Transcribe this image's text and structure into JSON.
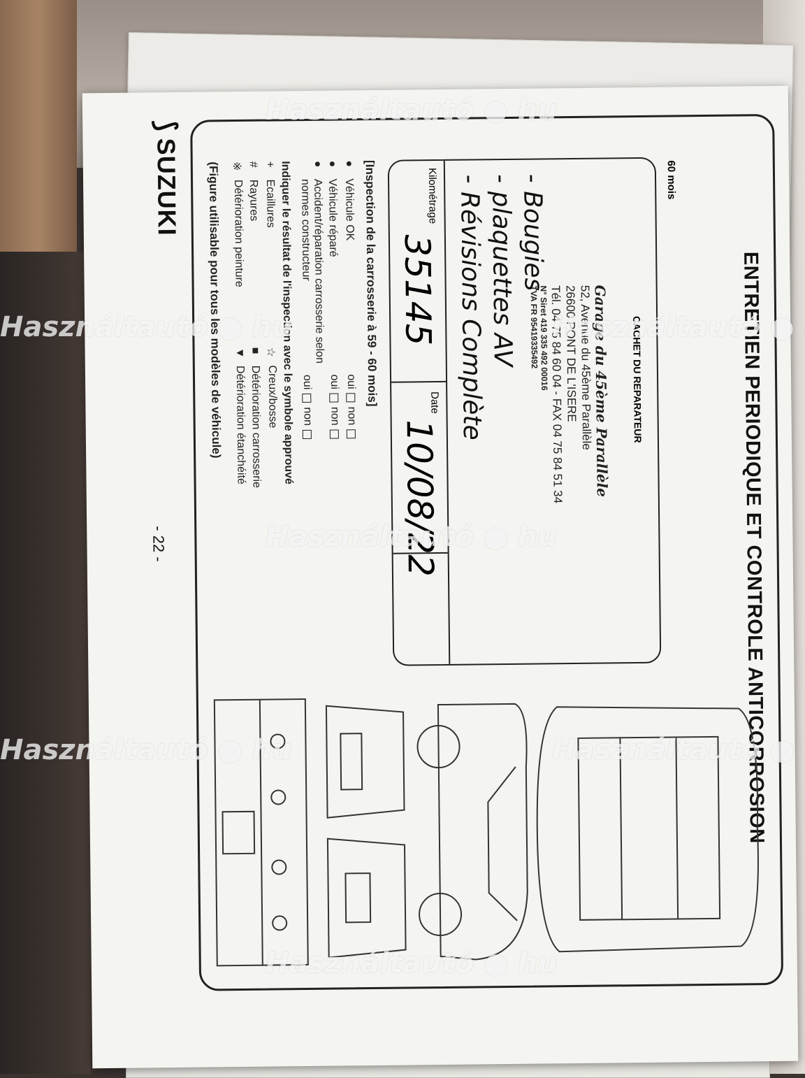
{
  "brand": {
    "name": "SUZUKI"
  },
  "page": {
    "number": "- 22 -"
  },
  "header": {
    "title": "ENTRETIEN PERIODIQUE ET CONTROLE ANTICORROSION"
  },
  "service": {
    "interval": "60 mois",
    "stamp_title": "CACHET DU REPARATEUR",
    "garage_name": "Garage du 45ème Parallèle",
    "address_1": "52, Avenue du 45ème Parallèle",
    "address_2": "26600 PONT DE L'ISERE",
    "phone": "Tél. 04 75 84 60 04 - FAX 04 75 84 51 34",
    "siret": "N° Siret 419 335 492 00016",
    "tva": "TVA FR 95419335492",
    "handwritten_1": "- Bougies",
    "handwritten_2": "- plaquettes AV",
    "handwritten_3": "- Révisions Complète",
    "km_label": "Kilométrage",
    "km_value": "35145",
    "date_label": "Date",
    "date_value": "10/08/22"
  },
  "inspection": {
    "heading": "[Inspection de la carrosserie à 59 - 60 mois]",
    "items": [
      {
        "label": "Véhicule OK",
        "yes": "oui",
        "no": "non"
      },
      {
        "label": "Véhicule réparé",
        "yes": "oui",
        "no": "non"
      },
      {
        "label": "Accident/réparation carrosserie selon normes constructeur",
        "yes": "oui",
        "no": "non"
      }
    ],
    "result_heading": "Indiquer le résultat de l'inspection avec le symbole approuvé",
    "legend": [
      {
        "symbol": "+",
        "label": "Ecaillures",
        "symbol2": "☆",
        "label2": "Creux/bosse"
      },
      {
        "symbol": "#",
        "label": "Rayures",
        "symbol2": "■",
        "label2": "Détérioration carrosserie"
      },
      {
        "symbol": "※",
        "label": "Détérioration peinture",
        "symbol2": "▼",
        "label2": "Détérioration étanchéité"
      }
    ],
    "footnote": "(Figure utilisable pour tous les modèles de véhicule)"
  },
  "watermark": {
    "text": "Használtautó ● hu"
  }
}
